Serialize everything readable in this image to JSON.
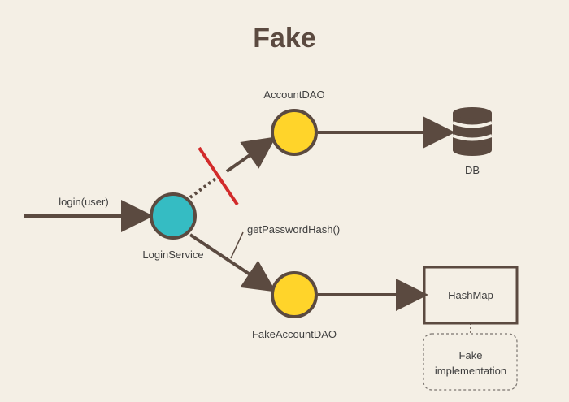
{
  "title": "Fake",
  "labels": {
    "login": "login(user)",
    "login_service": "LoginService",
    "account_dao": "AccountDAO",
    "db": "DB",
    "get_password_hash": "getPasswordHash()",
    "fake_account_dao": "FakeAccountDAO",
    "hashmap": "HashMap",
    "fake_impl_line1": "Fake",
    "fake_impl_line2": "implementation"
  },
  "colors": {
    "background": "#f4efe5",
    "line": "#5b4a40",
    "teal_node": "#35bcc3",
    "yellow_node": "#ffd42a",
    "blocked_marker": "#d22b2b"
  },
  "icons": {
    "database": "database-icon"
  }
}
